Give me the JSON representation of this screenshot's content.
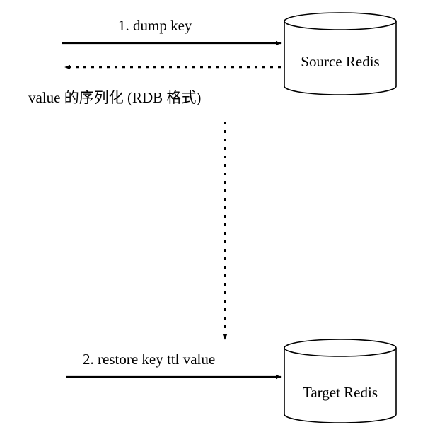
{
  "nodes": {
    "source": {
      "label": "Source Redis"
    },
    "target": {
      "label": "Target Redis"
    }
  },
  "edges": {
    "dump": {
      "label": "1. dump key",
      "style": "solid"
    },
    "serialized": {
      "label": "value 的序列化 (RDB 格式)",
      "style": "dotted"
    },
    "transfer": {
      "label": "",
      "style": "dotted"
    },
    "restore": {
      "label": "2. restore key ttl value",
      "style": "solid"
    }
  },
  "colors": {
    "stroke": "#000000",
    "background": "#ffffff"
  }
}
